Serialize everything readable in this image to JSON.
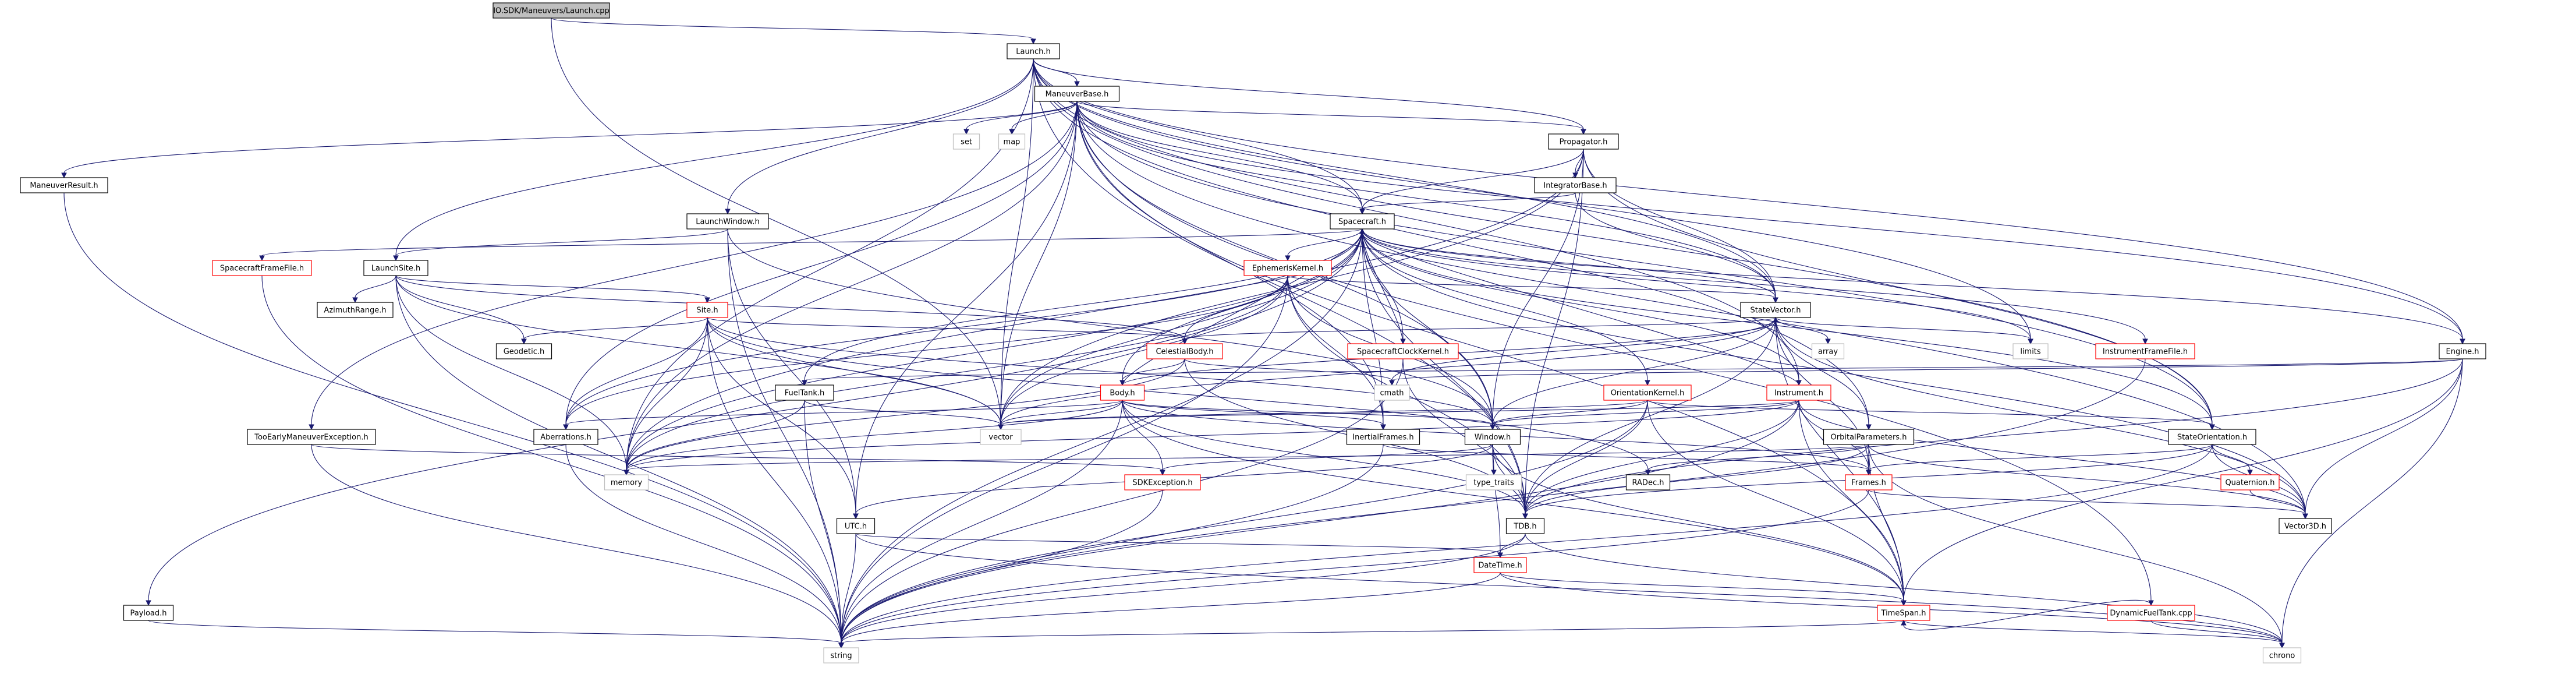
{
  "graph": {
    "root": "IO.SDK/Maneuvers/Launch.cpp",
    "nodes": [
      {
        "id": "root",
        "label": "IO.SDK/Maneuvers/Launch.cpp",
        "kind": "root"
      },
      {
        "id": "launch",
        "label": "Launch.h",
        "kind": "local"
      },
      {
        "id": "maneuverbase",
        "label": "ManeuverBase.h",
        "kind": "local"
      },
      {
        "id": "propagator",
        "label": "Propagator.h",
        "kind": "local"
      },
      {
        "id": "set",
        "label": "set",
        "kind": "std"
      },
      {
        "id": "map",
        "label": "map",
        "kind": "std"
      },
      {
        "id": "maneuverresult",
        "label": "ManeuverResult.h",
        "kind": "local"
      },
      {
        "id": "launchwindow",
        "label": "LaunchWindow.h",
        "kind": "local"
      },
      {
        "id": "integratorbase",
        "label": "IntegratorBase.h",
        "kind": "local"
      },
      {
        "id": "spacecraft",
        "label": "Spacecraft.h",
        "kind": "local"
      },
      {
        "id": "spacecraftframefile",
        "label": "SpacecraftFrameFile.h",
        "kind": "red"
      },
      {
        "id": "launchsite",
        "label": "LaunchSite.h",
        "kind": "local"
      },
      {
        "id": "ephemeriskernel",
        "label": "EphemerisKernel.h",
        "kind": "red"
      },
      {
        "id": "azimuthrange",
        "label": "AzimuthRange.h",
        "kind": "local"
      },
      {
        "id": "site",
        "label": "Site.h",
        "kind": "red"
      },
      {
        "id": "statevector",
        "label": "StateVector.h",
        "kind": "local"
      },
      {
        "id": "geodetic",
        "label": "Geodetic.h",
        "kind": "local"
      },
      {
        "id": "celestialbody",
        "label": "CelestialBody.h",
        "kind": "red"
      },
      {
        "id": "spacecraftclockkernel",
        "label": "SpacecraftClockKernel.h",
        "kind": "red"
      },
      {
        "id": "array",
        "label": "array",
        "kind": "std"
      },
      {
        "id": "limits",
        "label": "limits",
        "kind": "std"
      },
      {
        "id": "instrumentframefile",
        "label": "InstrumentFrameFile.h",
        "kind": "red"
      },
      {
        "id": "engine",
        "label": "Engine.h",
        "kind": "local"
      },
      {
        "id": "cmath",
        "label": "cmath",
        "kind": "std"
      },
      {
        "id": "fueltank",
        "label": "FuelTank.h",
        "kind": "local"
      },
      {
        "id": "body",
        "label": "Body.h",
        "kind": "red"
      },
      {
        "id": "orientationkernel",
        "label": "OrientationKernel.h",
        "kind": "red"
      },
      {
        "id": "instrument",
        "label": "Instrument.h",
        "kind": "red"
      },
      {
        "id": "toolate",
        "label": "TooEarlyManeuverException.h",
        "kind": "local"
      },
      {
        "id": "aberrations",
        "label": "Aberrations.h",
        "kind": "local"
      },
      {
        "id": "vector",
        "label": "vector",
        "kind": "std"
      },
      {
        "id": "inertialframes",
        "label": "InertialFrames.h",
        "kind": "local"
      },
      {
        "id": "window",
        "label": "Window.h",
        "kind": "local"
      },
      {
        "id": "orbitalparameters",
        "label": "OrbitalParameters.h",
        "kind": "local"
      },
      {
        "id": "stateorientation",
        "label": "StateOrientation.h",
        "kind": "local"
      },
      {
        "id": "memory",
        "label": "memory",
        "kind": "std"
      },
      {
        "id": "sdkexception",
        "label": "SDKException.h",
        "kind": "red"
      },
      {
        "id": "typetraits",
        "label": "type_traits",
        "kind": "std"
      },
      {
        "id": "radec",
        "label": "RADec.h",
        "kind": "local"
      },
      {
        "id": "frames",
        "label": "Frames.h",
        "kind": "red"
      },
      {
        "id": "quaternion",
        "label": "Quaternion.h",
        "kind": "red"
      },
      {
        "id": "utc",
        "label": "UTC.h",
        "kind": "local"
      },
      {
        "id": "tdb",
        "label": "TDB.h",
        "kind": "local"
      },
      {
        "id": "vector3d",
        "label": "Vector3D.h",
        "kind": "local"
      },
      {
        "id": "datetime",
        "label": "DateTime.h",
        "kind": "red"
      },
      {
        "id": "dynamicfueltank",
        "label": "DynamicFuelTank.cpp",
        "kind": "red"
      },
      {
        "id": "payload",
        "label": "Payload.h",
        "kind": "local"
      },
      {
        "id": "timespan",
        "label": "TimeSpan.h",
        "kind": "red"
      },
      {
        "id": "string",
        "label": "string",
        "kind": "std"
      },
      {
        "id": "chrono",
        "label": "chrono",
        "kind": "std"
      }
    ],
    "edges": [
      [
        "root",
        "launch"
      ],
      [
        "root",
        "vector"
      ],
      [
        "launch",
        "maneuverbase"
      ],
      [
        "launch",
        "propagator"
      ],
      [
        "launch",
        "spacecraft"
      ],
      [
        "launch",
        "launchwindow"
      ],
      [
        "launch",
        "launchsite"
      ],
      [
        "launch",
        "statevector"
      ],
      [
        "launch",
        "engine"
      ],
      [
        "launch",
        "limits"
      ],
      [
        "launch",
        "vector"
      ],
      [
        "launch",
        "memory"
      ],
      [
        "launch",
        "stateorientation"
      ],
      [
        "launch",
        "instrument"
      ],
      [
        "launch",
        "tdb"
      ],
      [
        "launch",
        "orbitalparameters"
      ],
      [
        "maneuverbase",
        "set"
      ],
      [
        "maneuverbase",
        "map"
      ],
      [
        "maneuverbase",
        "maneuverresult"
      ],
      [
        "maneuverbase",
        "propagator"
      ],
      [
        "maneuverbase",
        "spacecraft"
      ],
      [
        "maneuverbase",
        "vector"
      ],
      [
        "maneuverbase",
        "memory"
      ],
      [
        "maneuverbase",
        "engine"
      ],
      [
        "maneuverbase",
        "window"
      ],
      [
        "maneuverbase",
        "utc"
      ],
      [
        "maneuverbase",
        "toolate"
      ],
      [
        "maneuverbase",
        "statevector"
      ],
      [
        "maneuverbase",
        "stateorientation"
      ],
      [
        "maneuverbase",
        "dynamicfueltank"
      ],
      [
        "maneuverbase",
        "vector3d"
      ],
      [
        "maneuverbase",
        "timespan"
      ],
      [
        "maneuverbase",
        "aberrations"
      ],
      [
        "maneuverbase",
        "inertialframes"
      ],
      [
        "propagator",
        "integratorbase"
      ],
      [
        "propagator",
        "spacecraft"
      ],
      [
        "propagator",
        "statevector"
      ],
      [
        "propagator",
        "stateorientation"
      ],
      [
        "propagator",
        "window"
      ],
      [
        "propagator",
        "vector"
      ],
      [
        "propagator",
        "memory"
      ],
      [
        "propagator",
        "tdb"
      ],
      [
        "maneuverresult",
        "string"
      ],
      [
        "launchwindow",
        "launchsite"
      ],
      [
        "launchwindow",
        "window"
      ],
      [
        "launchwindow",
        "utc"
      ],
      [
        "launchwindow",
        "string"
      ],
      [
        "integratorbase",
        "spacecraft"
      ],
      [
        "integratorbase",
        "statevector"
      ],
      [
        "spacecraft",
        "spacecraftframefile"
      ],
      [
        "spacecraft",
        "ephemeriskernel"
      ],
      [
        "spacecraft",
        "spacecraftclockkernel"
      ],
      [
        "spacecraft",
        "statevector"
      ],
      [
        "spacecraft",
        "instrumentframefile"
      ],
      [
        "spacecraft",
        "engine"
      ],
      [
        "spacecraft",
        "fueltank"
      ],
      [
        "spacecraft",
        "body"
      ],
      [
        "spacecraft",
        "orientationkernel"
      ],
      [
        "spacecraft",
        "instrument"
      ],
      [
        "spacecraft",
        "payload"
      ],
      [
        "spacecraft",
        "vector"
      ],
      [
        "spacecraft",
        "memory"
      ],
      [
        "spacecraft",
        "string"
      ],
      [
        "spacecraft",
        "inertialframes"
      ],
      [
        "spacecraft",
        "window"
      ],
      [
        "spacecraft",
        "tdb"
      ],
      [
        "spacecraft",
        "aberrations"
      ],
      [
        "spacecraft",
        "stateorientation"
      ],
      [
        "spacecraft",
        "limits"
      ],
      [
        "spacecraft",
        "vector3d"
      ],
      [
        "spacecraftframefile",
        "string"
      ],
      [
        "launchsite",
        "azimuthrange"
      ],
      [
        "launchsite",
        "site"
      ],
      [
        "launchsite",
        "geodetic"
      ],
      [
        "launchsite",
        "celestialbody"
      ],
      [
        "launchsite",
        "vector"
      ],
      [
        "launchsite",
        "memory"
      ],
      [
        "launchsite",
        "string"
      ],
      [
        "ephemeriskernel",
        "statevector"
      ],
      [
        "ephemeriskernel",
        "celestialbody"
      ],
      [
        "ephemeriskernel",
        "window"
      ],
      [
        "ephemeriskernel",
        "inertialframes"
      ],
      [
        "ephemeriskernel",
        "aberrations"
      ],
      [
        "ephemeriskernel",
        "tdb"
      ],
      [
        "ephemeriskernel",
        "vector"
      ],
      [
        "ephemeriskernel",
        "memory"
      ],
      [
        "ephemeriskernel",
        "string"
      ],
      [
        "site",
        "geodetic"
      ],
      [
        "site",
        "celestialbody"
      ],
      [
        "site",
        "aberrations"
      ],
      [
        "site",
        "vector"
      ],
      [
        "site",
        "memory"
      ],
      [
        "site",
        "string"
      ],
      [
        "site",
        "window"
      ],
      [
        "site",
        "utc"
      ],
      [
        "site",
        "radec"
      ],
      [
        "statevector",
        "celestialbody"
      ],
      [
        "statevector",
        "array"
      ],
      [
        "statevector",
        "limits"
      ],
      [
        "statevector",
        "orbitalparameters"
      ],
      [
        "statevector",
        "frames"
      ],
      [
        "statevector",
        "tdb"
      ],
      [
        "statevector",
        "vector3d"
      ],
      [
        "statevector",
        "window"
      ],
      [
        "statevector",
        "cmath"
      ],
      [
        "statevector",
        "timespan"
      ],
      [
        "statevector",
        "vector"
      ],
      [
        "celestialbody",
        "body"
      ],
      [
        "celestialbody",
        "cmath"
      ],
      [
        "celestialbody",
        "tdb"
      ],
      [
        "celestialbody",
        "memory"
      ],
      [
        "spacecraftclockkernel",
        "spacecraft"
      ],
      [
        "spacecraftclockkernel",
        "tdb"
      ],
      [
        "spacecraftclockkernel",
        "string"
      ],
      [
        "instrumentframefile",
        "string"
      ],
      [
        "engine",
        "fueltank"
      ],
      [
        "engine",
        "vector3d"
      ],
      [
        "engine",
        "timespan"
      ],
      [
        "engine",
        "chrono"
      ],
      [
        "engine",
        "tdb"
      ],
      [
        "engine",
        "cmath"
      ],
      [
        "fueltank",
        "string"
      ],
      [
        "fueltank",
        "vector"
      ],
      [
        "fueltank",
        "memory"
      ],
      [
        "body",
        "spacecraft"
      ],
      [
        "body",
        "vector"
      ],
      [
        "body",
        "memory"
      ],
      [
        "body",
        "string"
      ],
      [
        "body",
        "window"
      ],
      [
        "body",
        "tdb"
      ],
      [
        "body",
        "sdkexception"
      ],
      [
        "body",
        "frames"
      ],
      [
        "body",
        "statevector"
      ],
      [
        "body",
        "timespan"
      ],
      [
        "body",
        "aberrations"
      ],
      [
        "body",
        "inertialframes"
      ],
      [
        "orientationkernel",
        "stateorientation"
      ],
      [
        "orientationkernel",
        "window"
      ],
      [
        "orientationkernel",
        "tdb"
      ],
      [
        "orientationkernel",
        "timespan"
      ],
      [
        "orientationkernel",
        "string"
      ],
      [
        "orientationkernel",
        "vector"
      ],
      [
        "instrument",
        "spacecraft"
      ],
      [
        "instrument",
        "window"
      ],
      [
        "instrument",
        "frames"
      ],
      [
        "instrument",
        "tdb"
      ],
      [
        "instrument",
        "vector3d"
      ],
      [
        "instrument",
        "timespan"
      ],
      [
        "instrument",
        "string"
      ],
      [
        "instrument",
        "vector"
      ],
      [
        "instrument",
        "memory"
      ],
      [
        "toolate",
        "sdkexception"
      ],
      [
        "toolate",
        "string"
      ],
      [
        "aberrations",
        "string"
      ],
      [
        "inertialframes",
        "frames"
      ],
      [
        "inertialframes",
        "string"
      ],
      [
        "window",
        "sdkexception"
      ],
      [
        "window",
        "typetraits"
      ],
      [
        "window",
        "tdb"
      ],
      [
        "window",
        "utc"
      ],
      [
        "window",
        "timespan"
      ],
      [
        "window",
        "datetime"
      ],
      [
        "orbitalparameters",
        "frames"
      ],
      [
        "orbitalparameters",
        "tdb"
      ],
      [
        "orbitalparameters",
        "timespan"
      ],
      [
        "orbitalparameters",
        "vector3d"
      ],
      [
        "orbitalparameters",
        "radec"
      ],
      [
        "orbitalparameters",
        "memory"
      ],
      [
        "orbitalparameters",
        "chrono"
      ],
      [
        "stateorientation",
        "quaternion"
      ],
      [
        "stateorientation",
        "vector3d"
      ],
      [
        "stateorientation",
        "frames"
      ],
      [
        "stateorientation",
        "tdb"
      ],
      [
        "stateorientation",
        "string"
      ],
      [
        "sdkexception",
        "string"
      ],
      [
        "frames",
        "string"
      ],
      [
        "frames",
        "vector3d"
      ],
      [
        "quaternion",
        "vector3d"
      ],
      [
        "utc",
        "datetime"
      ],
      [
        "utc",
        "string"
      ],
      [
        "utc",
        "chrono"
      ],
      [
        "tdb",
        "datetime"
      ],
      [
        "tdb",
        "string"
      ],
      [
        "tdb",
        "chrono"
      ],
      [
        "datetime",
        "timespan"
      ],
      [
        "datetime",
        "string"
      ],
      [
        "datetime",
        "chrono"
      ],
      [
        "dynamicfueltank",
        "timespan"
      ],
      [
        "dynamicfueltank",
        "chrono"
      ],
      [
        "payload",
        "string"
      ],
      [
        "timespan",
        "string"
      ],
      [
        "timespan",
        "chrono"
      ]
    ]
  }
}
